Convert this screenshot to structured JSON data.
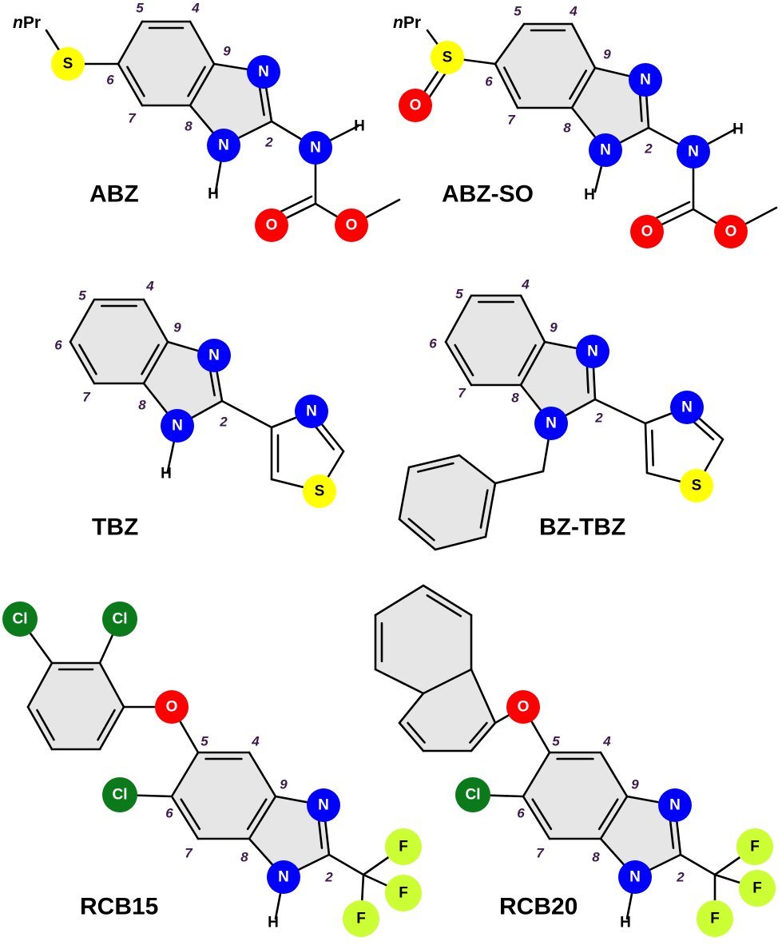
{
  "colors": {
    "N": "#0000ff",
    "O": "#ff0000",
    "S": "#ffff00",
    "Cl": "#0a7a1a",
    "F": "#ccff33",
    "ring": "#e6e6e6",
    "numbers": "#3d1a4d"
  },
  "atoms": {
    "N": "N",
    "O": "O",
    "S": "S",
    "Cl": "Cl",
    "F": "F",
    "H": "H"
  },
  "substituent": {
    "italic": "n",
    "rest": "Pr"
  },
  "numbers": {
    "n2": "2",
    "n4": "4",
    "n5": "5",
    "n6": "6",
    "n7": "7",
    "n8": "8",
    "n9": "9"
  },
  "compounds": {
    "abz": "ABZ",
    "abzso": "ABZ-SO",
    "tbz": "TBZ",
    "bztbz": "BZ-TBZ",
    "rcb15": "RCB15",
    "rcb20": "RCB20"
  }
}
